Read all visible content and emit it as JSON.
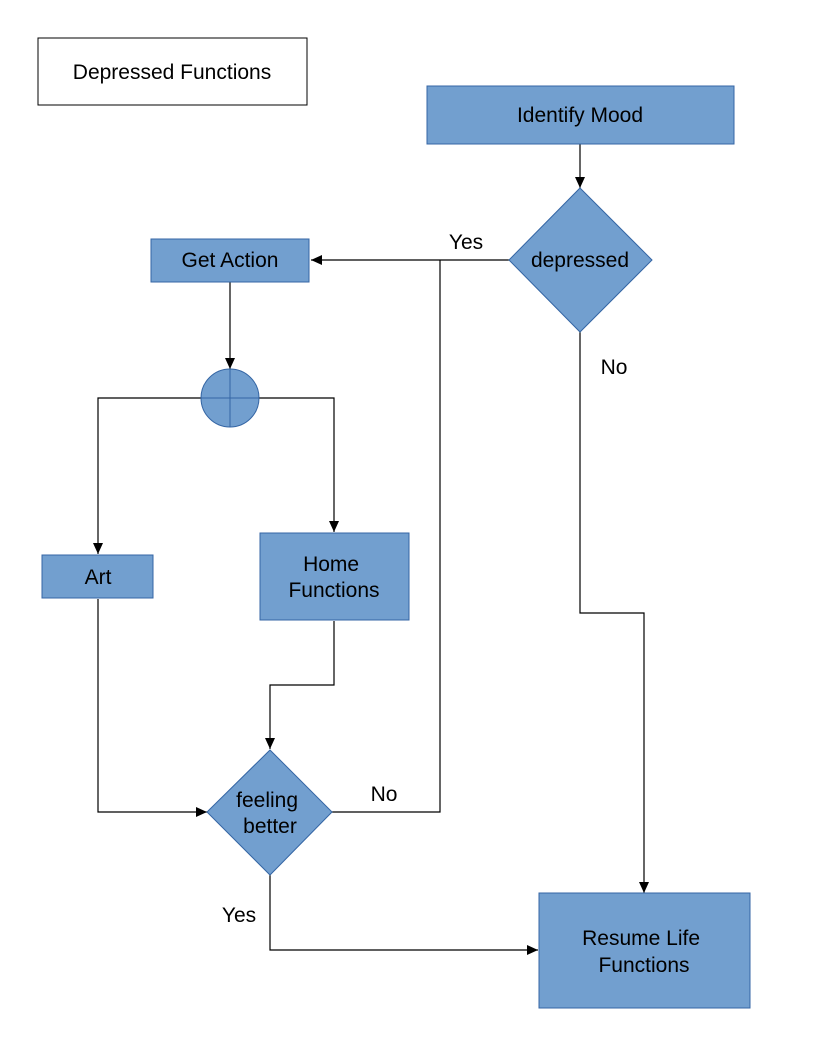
{
  "colors": {
    "node_fill": "#729fcf",
    "node_stroke": "#3465a4",
    "title_box_stroke": "#000000",
    "line": "#000000"
  },
  "title": "Depressed Functions",
  "nodes": {
    "identify_mood": "Identify Mood",
    "depressed": "depressed",
    "get_action": "Get Action",
    "art": "Art",
    "home_functions": [
      "Home",
      "Functions"
    ],
    "feeling_better": [
      "feeling",
      "better"
    ],
    "resume_life": [
      "Resume Life",
      "Functions"
    ]
  },
  "edge_labels": {
    "depressed_yes": "Yes",
    "depressed_no": "No",
    "feeling_better_no": "No",
    "feeling_better_yes": "Yes"
  }
}
